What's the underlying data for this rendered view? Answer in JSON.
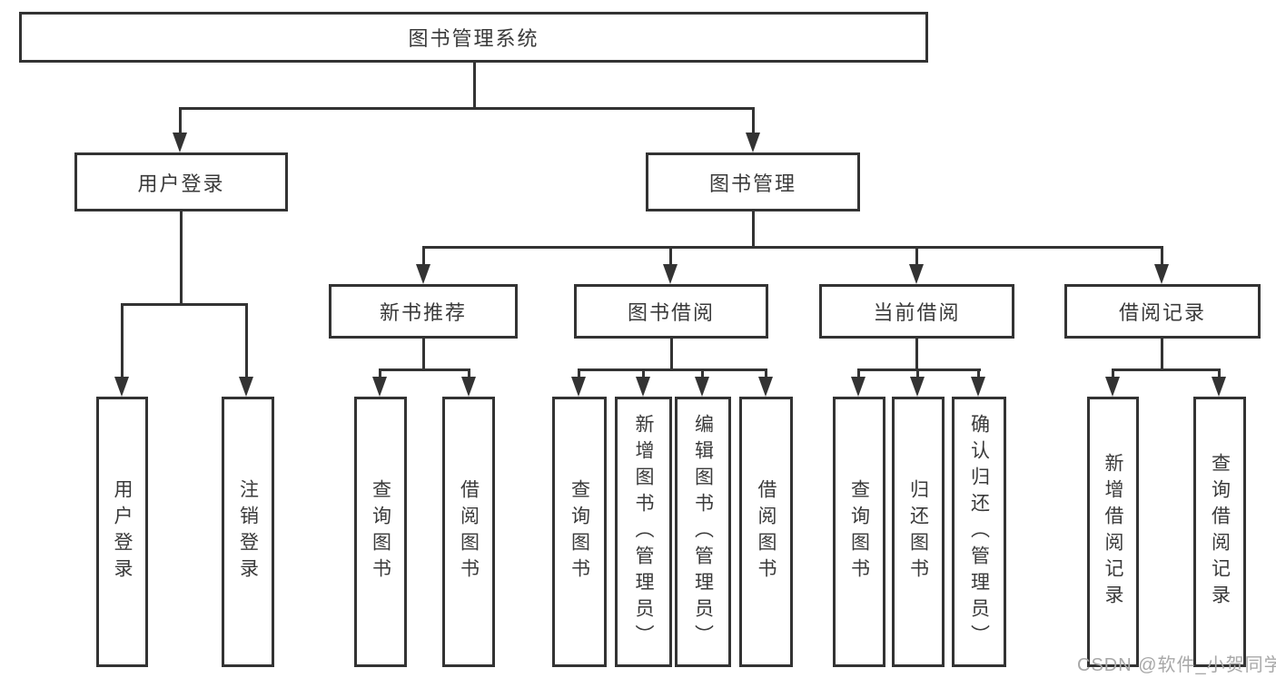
{
  "diagram": {
    "colors": {
      "line": "#333333",
      "text": "#3a3a3a",
      "background": "#ffffff",
      "watermark": "#a8a8a8"
    },
    "tree": {
      "label": "图书管理系统",
      "children": [
        {
          "label": "用户登录",
          "children": [
            {
              "label": "用户登录"
            },
            {
              "label": "注销登录"
            }
          ]
        },
        {
          "label": "图书管理",
          "children": [
            {
              "label": "新书推荐",
              "children": [
                {
                  "label": "查询图书"
                },
                {
                  "label": "借阅图书"
                }
              ]
            },
            {
              "label": "图书借阅",
              "children": [
                {
                  "label": "查询图书"
                },
                {
                  "label": "新增图书（管理员）"
                },
                {
                  "label": "编辑图书（管理员）"
                },
                {
                  "label": "借阅图书"
                }
              ]
            },
            {
              "label": "当前借阅",
              "children": [
                {
                  "label": "查询图书"
                },
                {
                  "label": "归还图书"
                },
                {
                  "label": "确认归还（管理员）"
                }
              ]
            },
            {
              "label": "借阅记录",
              "children": [
                {
                  "label": "新增借阅记录"
                },
                {
                  "label": "查询借阅记录"
                }
              ]
            }
          ]
        }
      ]
    },
    "watermark": "CSDN @软件_小贺同学"
  }
}
